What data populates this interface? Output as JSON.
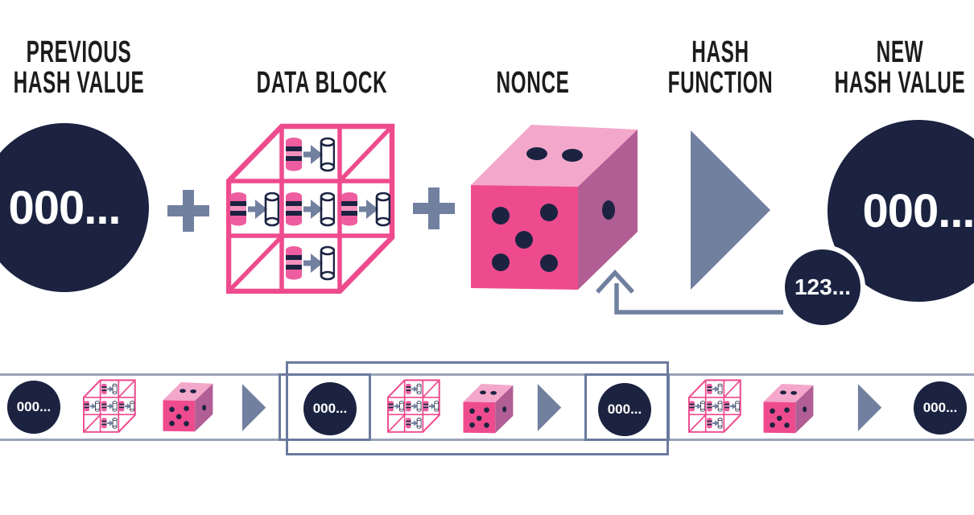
{
  "colors": {
    "navy": "#1b2341",
    "pink": "#ee4b8e",
    "pink_light": "#f3a8cb",
    "mauve": "#b15e95",
    "slate": "#71809f",
    "band_line": "#99a3ba",
    "box_border": "#6b7a9e",
    "label_text": "#1c1c1c",
    "background": "#ffffff",
    "value_text": "#ffffff"
  },
  "labels": {
    "previous_hash": {
      "line1": "PREVIOUS",
      "line2": "HASH VALUE"
    },
    "data_block": "DATA BLOCK",
    "nonce": "NONCE",
    "hash_function": {
      "line1": "HASH",
      "line2": "FUNCTION"
    },
    "new_hash": {
      "line1": "NEW",
      "line2": "HASH VALUE"
    }
  },
  "values": {
    "previous_hash": "000...",
    "new_hash": "000...",
    "nonce_result": "123..."
  },
  "chain": {
    "hash_label": "000...",
    "group_count": 3
  },
  "icons": {
    "plus": "plus-icon",
    "data_block_cube": "data-block-cube-icon",
    "nonce_dice": "nonce-dice-icon",
    "hash_function_triangle": "hash-function-triangle-icon",
    "nonce_retry_arrow": "nonce-retry-arrow-icon",
    "transaction": "transaction-icon"
  }
}
